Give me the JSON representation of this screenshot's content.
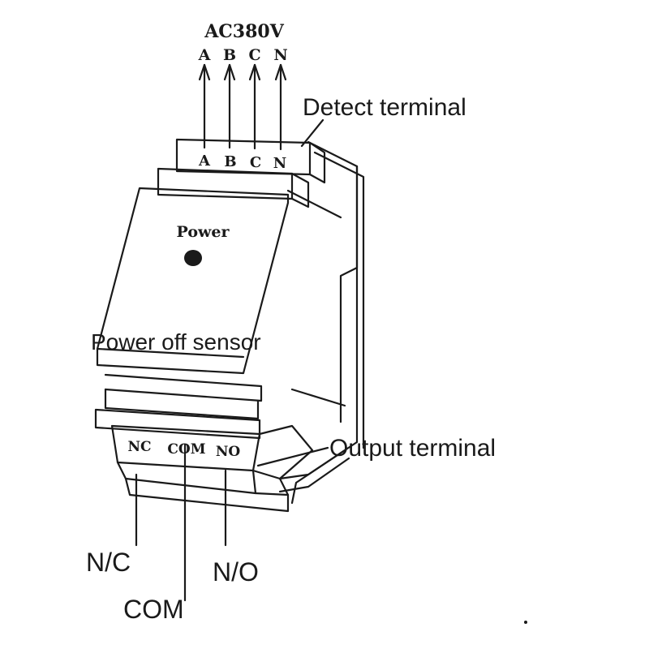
{
  "supply": {
    "voltage_label": "AC380V",
    "phases": [
      "A",
      "B",
      "C",
      "N"
    ]
  },
  "detect_terminal": {
    "label": "Detect terminal",
    "slot_labels": [
      "A",
      "B",
      "C",
      "N"
    ]
  },
  "device": {
    "power_label": "Power",
    "name_label": "Power off sensor"
  },
  "output_terminal": {
    "label": "Output terminal",
    "slot_labels": [
      "NC",
      "COM",
      "NO"
    ]
  },
  "outputs": {
    "nc": "N/C",
    "com": "COM",
    "no": "N/O"
  },
  "colors": {
    "line": "#1a1a1a",
    "background": "#ffffff"
  }
}
